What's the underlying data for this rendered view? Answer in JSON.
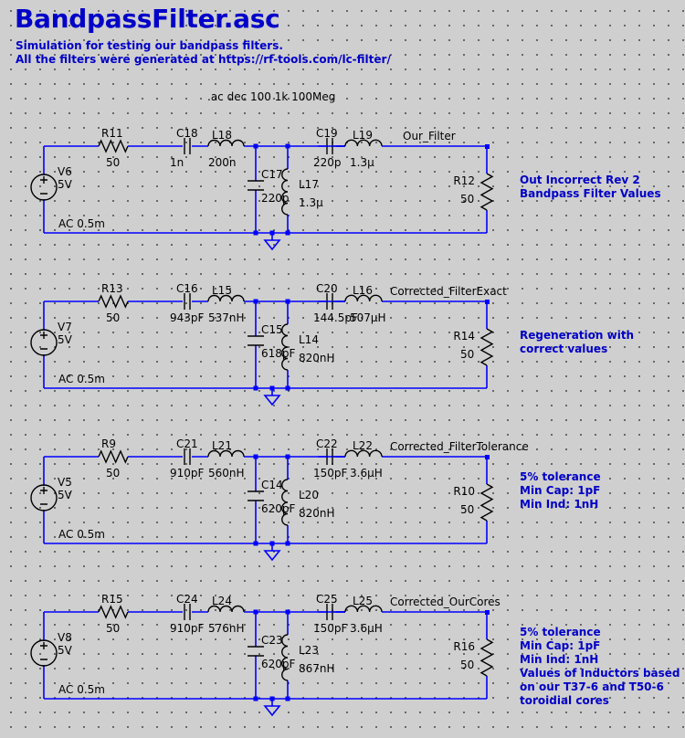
{
  "title": "BandpassFilter.asc",
  "subtitle_lines": [
    "Simulation for testing our bandpass filters.",
    "All the filters were generated at https://rf-tools.com/lc-filter/"
  ],
  "directive": ".ac dec 100 1k 100Meg",
  "circuits": [
    {
      "source": {
        "name": "V6",
        "value": "5V",
        "ac": "AC 0.5m"
      },
      "r_series": {
        "name": "R11",
        "value": "50"
      },
      "c_series1": {
        "name": "C18",
        "value": "1n"
      },
      "l_series1": {
        "name": "L18",
        "value": "200n"
      },
      "c_shunt": {
        "name": "C17",
        "value": "220p"
      },
      "l_shunt": {
        "name": "L17",
        "value": "1.3µ"
      },
      "c_series2": {
        "name": "C19",
        "value": "220p"
      },
      "l_series2": {
        "name": "L19",
        "value": "1.3µ"
      },
      "r_load": {
        "name": "R12",
        "value": "50"
      },
      "net": "Our_Filter",
      "comment": [
        "Out Incorrect Rev 2",
        "Bandpass Filter Values"
      ]
    },
    {
      "source": {
        "name": "V7",
        "value": "5V",
        "ac": "AC 0.5m"
      },
      "r_series": {
        "name": "R13",
        "value": "50"
      },
      "c_series1": {
        "name": "C16",
        "value": "943pF"
      },
      "l_series1": {
        "name": "L15",
        "value": "537nH"
      },
      "c_shunt": {
        "name": "C15",
        "value": "618pF"
      },
      "l_shunt": {
        "name": "L14",
        "value": "820nH"
      },
      "c_series2": {
        "name": "C20",
        "value": "144.5pF"
      },
      "l_series2": {
        "name": "L16",
        "value": "507µH"
      },
      "r_load": {
        "name": "R14",
        "value": "50"
      },
      "net": "Corrected_FilterExact",
      "comment": [
        "Regeneration with",
        "correct values"
      ]
    },
    {
      "source": {
        "name": "V5",
        "value": "5V",
        "ac": "AC 0.5m"
      },
      "r_series": {
        "name": "R9",
        "value": "50"
      },
      "c_series1": {
        "name": "C21",
        "value": "910pF"
      },
      "l_series1": {
        "name": "L21",
        "value": "560nH"
      },
      "c_shunt": {
        "name": "C14",
        "value": "620pF"
      },
      "l_shunt": {
        "name": "L20",
        "value": "820nH"
      },
      "c_series2": {
        "name": "C22",
        "value": "150pF"
      },
      "l_series2": {
        "name": "L22",
        "value": "3.6µH"
      },
      "r_load": {
        "name": "R10",
        "value": "50"
      },
      "net": "Corrected_FilterTolerance",
      "comment": [
        "5% tolerance",
        "Min Cap: 1pF",
        "Min Ind: 1nH"
      ]
    },
    {
      "source": {
        "name": "V8",
        "value": "5V",
        "ac": "AC 0.5m"
      },
      "r_series": {
        "name": "R15",
        "value": "50"
      },
      "c_series1": {
        "name": "C24",
        "value": "910pF"
      },
      "l_series1": {
        "name": "L24",
        "value": "576nH"
      },
      "c_shunt": {
        "name": "C23",
        "value": "620pF"
      },
      "l_shunt": {
        "name": "L23",
        "value": "867nH"
      },
      "c_series2": {
        "name": "C25",
        "value": "150pF"
      },
      "l_series2": {
        "name": "L25",
        "value": "3.6µH"
      },
      "r_load": {
        "name": "R16",
        "value": "50"
      },
      "net": "Corrected_OurCores",
      "comment": [
        "5% tolerance",
        "Min Cap: 1pF",
        "Min Ind: 1nH",
        "Values of Inductors based",
        "on our T37-6 and T50-6",
        "toroidial cores"
      ]
    }
  ],
  "colors": {
    "wire": "#0000ff",
    "text_comment": "#0000c8",
    "background": "#cfcfcf",
    "dot": "#4a4a4a"
  }
}
